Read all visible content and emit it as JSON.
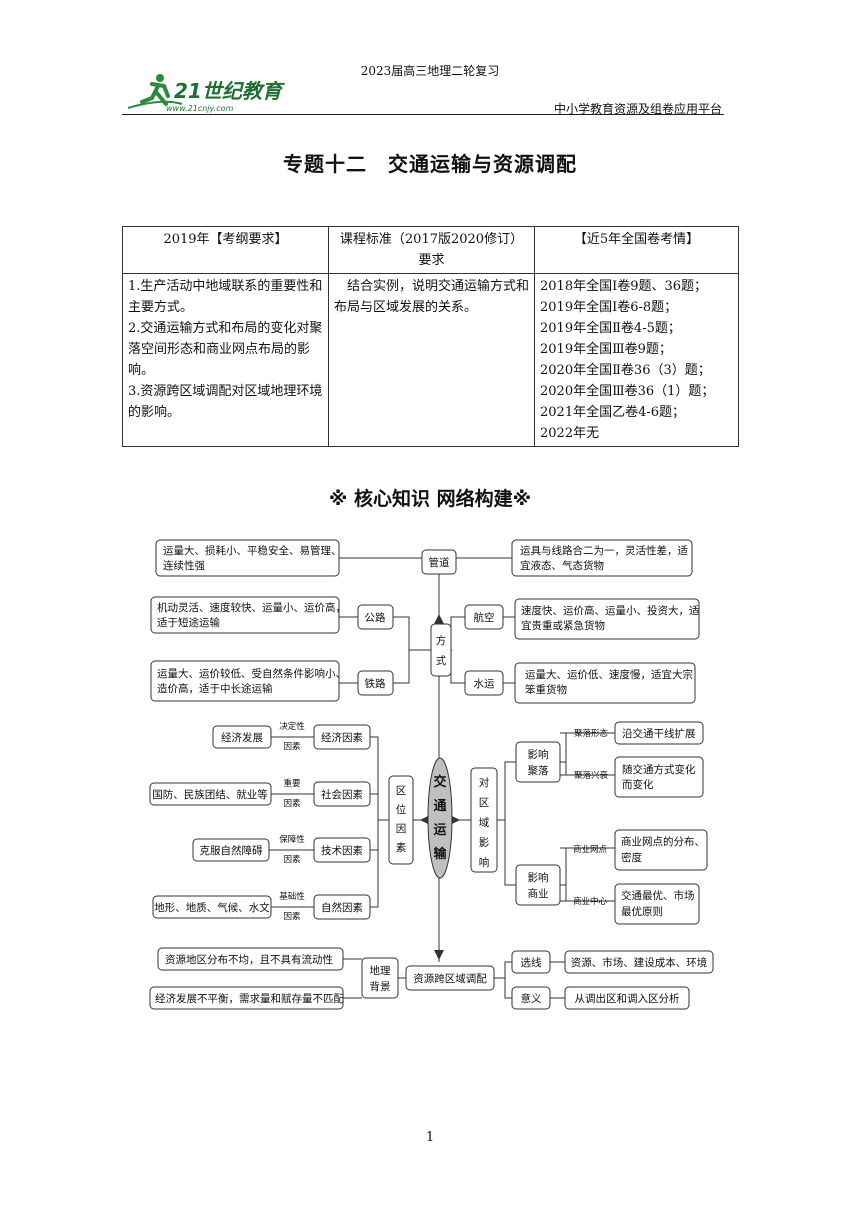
{
  "header": {
    "title": "2023届高三地理二轮复习",
    "platform": "中小学教育资源及组卷应用平台",
    "logo_text": "21世纪教育",
    "logo_url": "www.21cnjy.com"
  },
  "doc_title": "专题十二　交通运输与资源调配",
  "table": {
    "headers": [
      "2019年【考纲要求】",
      "课程标准（2017版2020修订）要求",
      "【近5年全国卷考情】"
    ],
    "col1": [
      "1.生产活动中地域联系的重要性和主要方式。",
      "2.交通运输方式和布局的变化对聚落空间形态和商业网点布局的影响。",
      "3.资源跨区域调配对区域地理环境的影响。"
    ],
    "col2": "结合实例，说明交通运输方式和布局与区域发展的关系。",
    "col3": [
      "2018年全国Ⅰ卷9题、36题；",
      "2019年全国Ⅰ卷6-8题；",
      "2019年全国Ⅱ卷4-5题；",
      "2019年全国Ⅲ卷9题；",
      "2020年全国Ⅱ卷36（3）题；",
      "2020年全国Ⅲ卷36（1）题；",
      "2021年全国乙卷4-6题；",
      "2022年无"
    ]
  },
  "section_title": "※ 核心知识 网络构建※",
  "mindmap": {
    "center": [
      "交",
      "通",
      "运",
      "输"
    ],
    "pipe": "管道",
    "pipe_left": [
      "运量大、损耗小、平稳安全、易管理、",
      "连续性强"
    ],
    "pipe_right": [
      "运具与线路合二为一，灵活性差，适",
      "宜液态、气态货物"
    ],
    "mode": [
      "方",
      "式"
    ],
    "road": "公路",
    "road_desc": [
      "机动灵活、速度较快、运量小、运价高，",
      "适于短途运输"
    ],
    "rail": "铁路",
    "rail_desc": [
      "运量大、运价较低、受自然条件影响小、",
      "造价高，适于中长途运输"
    ],
    "air": "航空",
    "air_desc": [
      "速度快、运价高、运量小、投资大，适",
      "宜贵重或紧急货物"
    ],
    "water": "水运",
    "water_desc": [
      "运量大、运价低、速度慢，适宜大宗",
      "笨重货物"
    ],
    "location": [
      "区",
      "位",
      "因",
      "素"
    ],
    "econ": "经济因素",
    "econ_src": "经济发展",
    "econ_rel": [
      "决定性",
      "因素"
    ],
    "soc": "社会因素",
    "soc_src": "国防、民族团结、就业等",
    "soc_rel": [
      "重要",
      "因素"
    ],
    "tech": "技术因素",
    "tech_src": "克服自然障碍",
    "tech_rel": [
      "保障性",
      "因素"
    ],
    "nat": "自然因素",
    "nat_src": "地形、地质、气候、水文",
    "nat_rel": [
      "基础性",
      "因素"
    ],
    "impact": [
      "对",
      "区",
      "域",
      "影",
      "响"
    ],
    "settle": [
      "影响",
      "聚落"
    ],
    "settle_form": "聚落形态",
    "settle_form_desc": "沿交通干线扩展",
    "settle_rise": "聚落兴衰",
    "settle_rise_desc": [
      "随交通方式变化",
      "而变化"
    ],
    "comm": [
      "影响",
      "商业"
    ],
    "comm_net": "商业网点",
    "comm_net_desc": [
      "商业网点的分布、",
      "密度"
    ],
    "comm_center": "商业中心",
    "comm_center_desc": [
      "交通最优、市场",
      "最优原则"
    ],
    "alloc": "资源跨区域调配",
    "bg": [
      "地理",
      "背景"
    ],
    "bg1": "资源地区分布不均，且不具有流动性",
    "bg2": "经济发展不平衡，需求量和赋存量不匹配",
    "route": "选线",
    "route_desc": "资源、市场、建设成本、环境",
    "meaning": "意义",
    "meaning_desc": "从调出区和调入区分析"
  },
  "page_number": "1"
}
